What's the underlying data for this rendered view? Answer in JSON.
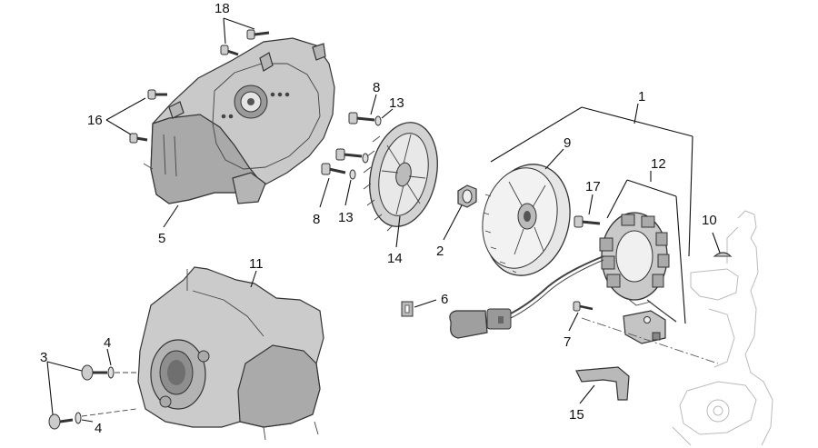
{
  "labels": {
    "p1": "1",
    "p2": "2",
    "p3": "3",
    "p4a": "4",
    "p4b": "4",
    "p5": "5",
    "p6": "6",
    "p7": "7",
    "p8a": "8",
    "p8b": "8",
    "p9": "9",
    "p10": "10",
    "p11": "11",
    "p12": "12",
    "p13a": "13",
    "p13b": "13",
    "p14": "14",
    "p15": "15",
    "p16": "16",
    "p17": "17",
    "p18": "18"
  },
  "colors": {
    "part_fill": "#c9c9c9",
    "part_shade": "#a9a9a9",
    "line": "#111111"
  }
}
